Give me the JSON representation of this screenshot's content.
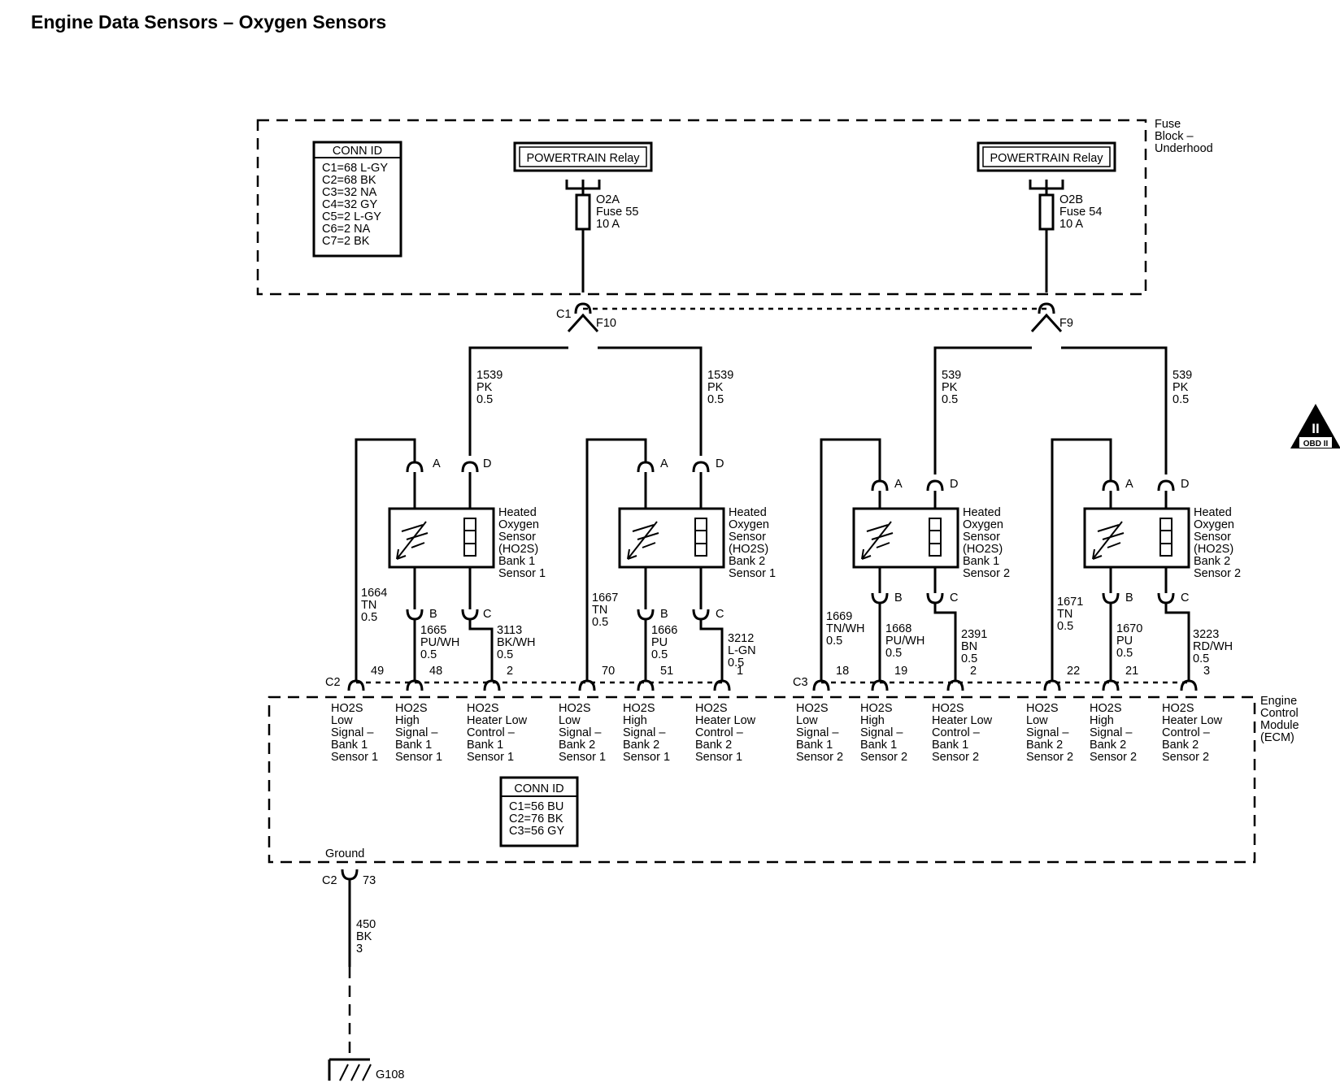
{
  "title": "Engine Data Sensors – Oxygen Sensors",
  "fuse_block": {
    "label": [
      "Fuse",
      "Block –",
      "Underhood"
    ],
    "conn_id": {
      "title": "CONN ID",
      "lines": [
        "C1=68 L-GY",
        "C2=68 BK",
        "C3=32 NA",
        "C4=32 GY",
        "C5=2 L-GY",
        "C6=2 NA",
        "C7=2 BK"
      ]
    },
    "relays": [
      {
        "label": "POWERTRAIN Relay"
      },
      {
        "label": "POWERTRAIN Relay"
      }
    ],
    "fuses": [
      {
        "lines": [
          "O2A",
          "Fuse 55",
          "10 A"
        ]
      },
      {
        "lines": [
          "O2B",
          "Fuse 54",
          "10 A"
        ]
      }
    ],
    "connector_c1": "C1",
    "splice_f10": "F10",
    "splice_f9": "F9"
  },
  "power_wires": [
    [
      "1539",
      "PK",
      "0.5"
    ],
    [
      "1539",
      "PK",
      "0.5"
    ],
    [
      "539",
      "PK",
      "0.5"
    ],
    [
      "539",
      "PK",
      "0.5"
    ]
  ],
  "sensors": [
    {
      "name": [
        "Heated",
        "Oxygen",
        "Sensor",
        "(HO2S)",
        "Bank 1",
        "Sensor 1"
      ],
      "pins": [
        "A",
        "D",
        "B",
        "C"
      ],
      "low_wire": [
        "1664",
        "TN",
        "0.5"
      ],
      "high_wire": [
        "1665",
        "PU/WH",
        "0.5"
      ],
      "heater_wire": [
        "3113",
        "BK/WH",
        "0.5"
      ],
      "ecm_pins": [
        "49",
        "48",
        "2"
      ]
    },
    {
      "name": [
        "Heated",
        "Oxygen",
        "Sensor",
        "(HO2S)",
        "Bank 2",
        "Sensor 1"
      ],
      "pins": [
        "A",
        "D",
        "B",
        "C"
      ],
      "low_wire": [
        "1667",
        "TN",
        "0.5"
      ],
      "high_wire": [
        "1666",
        "PU",
        "0.5"
      ],
      "heater_wire": [
        "3212",
        "L-GN",
        "0.5"
      ],
      "ecm_pins": [
        "70",
        "51",
        "1"
      ]
    },
    {
      "name": [
        "Heated",
        "Oxygen",
        "Sensor",
        "(HO2S)",
        "Bank 1",
        "Sensor 2"
      ],
      "pins": [
        "A",
        "D",
        "B",
        "C"
      ],
      "low_wire": [
        "1669",
        "TN/WH",
        "0.5"
      ],
      "high_wire": [
        "1668",
        "PU/WH",
        "0.5"
      ],
      "heater_wire": [
        "2391",
        "BN",
        "0.5"
      ],
      "ecm_pins": [
        "18",
        "19",
        "2"
      ]
    },
    {
      "name": [
        "Heated",
        "Oxygen",
        "Sensor",
        "(HO2S)",
        "Bank 2",
        "Sensor 2"
      ],
      "pins": [
        "A",
        "D",
        "B",
        "C"
      ],
      "low_wire": [
        "1671",
        "TN",
        "0.5"
      ],
      "high_wire": [
        "1670",
        "PU",
        "0.5"
      ],
      "heater_wire": [
        "3223",
        "RD/WH",
        "0.5"
      ],
      "ecm_pins": [
        "22",
        "21",
        "3"
      ]
    }
  ],
  "ecm": {
    "label": [
      "Engine",
      "Control",
      "Module",
      "(ECM)"
    ],
    "connector_c2": "C2",
    "connector_c3": "C3",
    "functions": [
      [
        "HO2S",
        "Low",
        "Signal –",
        "Bank 1",
        "Sensor 1"
      ],
      [
        "HO2S",
        "High",
        "Signal –",
        "Bank 1",
        "Sensor 1"
      ],
      [
        "HO2S",
        "Heater Low",
        "Control –",
        "Bank 1",
        "Sensor 1"
      ],
      [
        "HO2S",
        "Low",
        "Signal –",
        "Bank 2",
        "Sensor 1"
      ],
      [
        "HO2S",
        "High",
        "Signal –",
        "Bank 2",
        "Sensor 1"
      ],
      [
        "HO2S",
        "Heater Low",
        "Control –",
        "Bank 2",
        "Sensor 1"
      ],
      [
        "HO2S",
        "Low",
        "Signal –",
        "Bank 1",
        "Sensor 2"
      ],
      [
        "HO2S",
        "High",
        "Signal –",
        "Bank 1",
        "Sensor 2"
      ],
      [
        "HO2S",
        "Heater Low",
        "Control –",
        "Bank 1",
        "Sensor 2"
      ],
      [
        "HO2S",
        "Low",
        "Signal –",
        "Bank 2",
        "Sensor 2"
      ],
      [
        "HO2S",
        "High",
        "Signal –",
        "Bank 2",
        "Sensor 2"
      ],
      [
        "HO2S",
        "Heater Low",
        "Control –",
        "Bank 2",
        "Sensor 2"
      ]
    ],
    "conn_id": {
      "title": "CONN ID",
      "lines": [
        "C1=56 BU",
        "C2=76 BK",
        "C3=56 GY"
      ]
    },
    "ground": {
      "label": "Ground",
      "connector": "C2",
      "pin": "73"
    }
  },
  "ground_wire": [
    "450",
    "BK",
    "3"
  ],
  "ground_point": "G108",
  "obd_badge": {
    "numeral": "II",
    "text": "OBD II"
  }
}
